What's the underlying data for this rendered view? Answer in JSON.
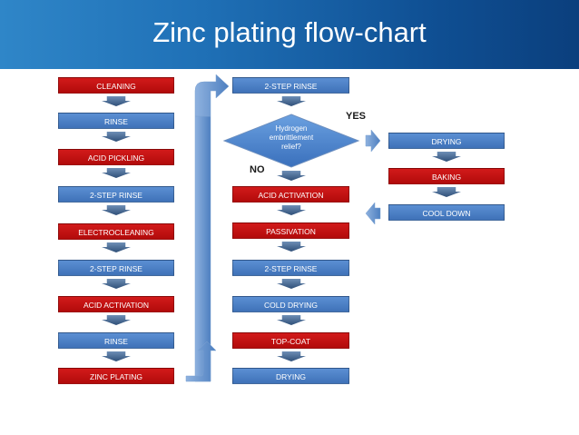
{
  "header": {
    "title": "Zinc plating flow-chart",
    "color": "#1f70b6"
  },
  "colors": {
    "red_step": "#c41212",
    "blue_step": "#4a7fc6"
  },
  "column1": [
    {
      "label": "CLEANING",
      "color": "red"
    },
    {
      "label": "RINSE",
      "color": "blue"
    },
    {
      "label": "ACID PICKLING",
      "color": "red"
    },
    {
      "label": "2-STEP RINSE",
      "color": "blue"
    },
    {
      "label": "ELECTROCLEANING",
      "color": "red"
    },
    {
      "label": "2-STEP RINSE",
      "color": "blue"
    },
    {
      "label": "ACID ACTIVATION",
      "color": "red"
    },
    {
      "label": "RINSE",
      "color": "blue"
    },
    {
      "label": "ZINC PLATING",
      "color": "red"
    }
  ],
  "column2": {
    "top": {
      "label": "2-STEP RINSE",
      "color": "blue"
    },
    "decision": {
      "label": "Hydrogen embrittlement relief?",
      "yes": "YES",
      "no": "NO"
    },
    "steps": [
      {
        "label": "ACID ACTIVATION",
        "color": "red"
      },
      {
        "label": "PASSIVATION",
        "color": "red"
      },
      {
        "label": "2-STEP RINSE",
        "color": "blue"
      },
      {
        "label": "COLD DRYING",
        "color": "blue"
      },
      {
        "label": "TOP-COAT",
        "color": "red"
      },
      {
        "label": "DRYING",
        "color": "blue"
      }
    ]
  },
  "column3": [
    {
      "label": "DRYING",
      "color": "blue"
    },
    {
      "label": "BAKING",
      "color": "red"
    },
    {
      "label": "COOL DOWN",
      "color": "blue"
    }
  ]
}
